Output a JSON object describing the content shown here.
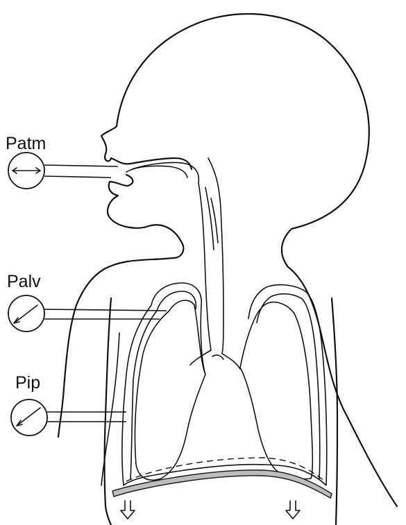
{
  "gauges": {
    "atm": {
      "label": "Patm"
    },
    "alv": {
      "label": "Palv"
    },
    "ip": {
      "label": "Pip"
    }
  }
}
